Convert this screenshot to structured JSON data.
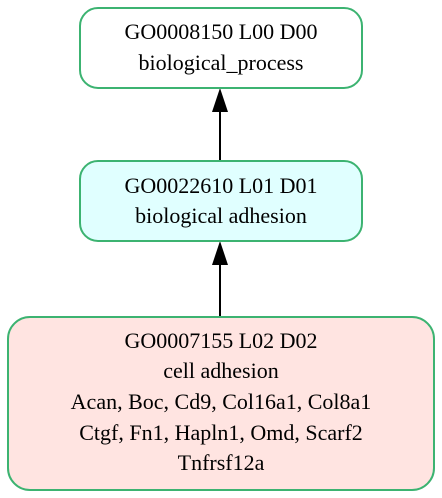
{
  "colors": {
    "node_border": "#3cb371",
    "root_fill": "#ffffff",
    "middle_fill": "#e0ffff",
    "leaf_fill": "#ffe4e1",
    "edge": "#000000"
  },
  "nodes": [
    {
      "id": "GO0008150",
      "lines": [
        "GO0008150 L00 D00",
        "biological_process"
      ]
    },
    {
      "id": "GO0022610",
      "lines": [
        "GO0022610 L01 D01",
        "biological adhesion"
      ]
    },
    {
      "id": "GO0007155",
      "lines": [
        "GO0007155 L02 D02",
        "cell adhesion",
        "Acan, Boc, Cd9, Col16a1, Col8a1",
        "Ctgf, Fn1, Hapln1, Omd, Scarf2",
        "Tnfrsf12a"
      ]
    }
  ],
  "edges": [
    {
      "from": "GO0022610",
      "to": "GO0008150"
    },
    {
      "from": "GO0007155",
      "to": "GO0022610"
    }
  ]
}
